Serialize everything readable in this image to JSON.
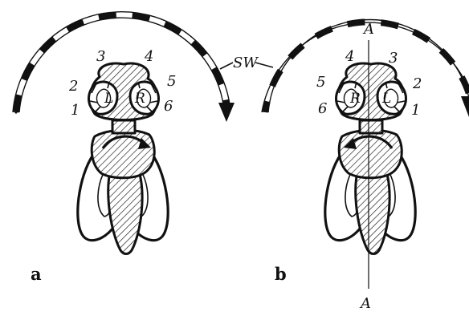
{
  "figure": {
    "panels": [
      {
        "label": "a",
        "eye_left": "L",
        "eye_right": "R",
        "numbers": [
          "1",
          "2",
          "3",
          "4",
          "5",
          "6"
        ]
      },
      {
        "label": "b",
        "eye_left": "R",
        "eye_right": "L",
        "numbers": [
          "4",
          "3",
          "5",
          "2",
          "6",
          "1"
        ],
        "axis_top": "A",
        "axis_bottom": "A"
      }
    ],
    "stripe_label": "SW",
    "colors": {
      "ink": "#111111",
      "background": "#ffffff"
    }
  }
}
